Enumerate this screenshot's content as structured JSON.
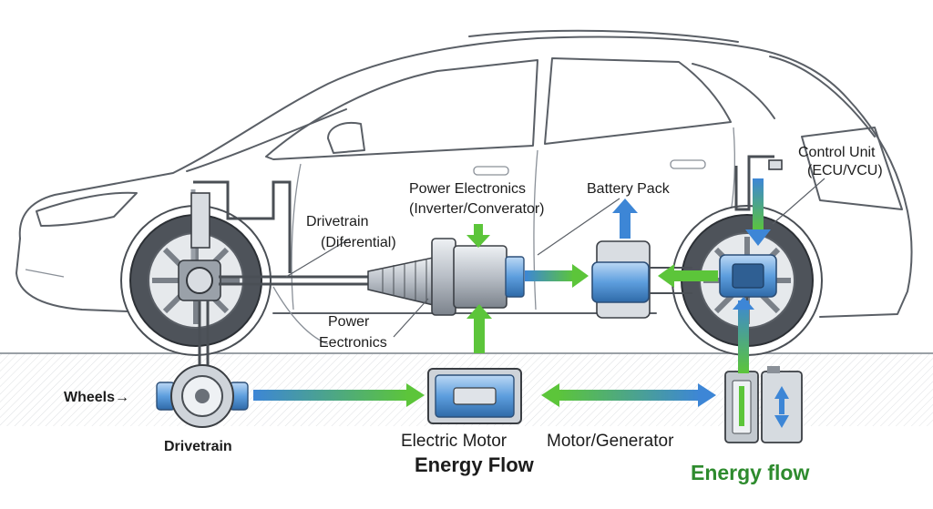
{
  "labels": {
    "power_electronics_top": "Power Electronics",
    "inverter_converator": "(Inverter/Converator)",
    "battery_pack": "Battery Pack",
    "control_unit": "Control Unit",
    "ecu_vcu": "(ECU/VCU)",
    "drivetrain_top": "Drivetrain",
    "diferential": "(Diferential)",
    "power_bottom": "Power",
    "eectronics": "Eectronics",
    "wheels": "Wheels→",
    "drivetrain_bottom": "Drivetrain",
    "electric_motor": "Electric Motor",
    "motor_generator": "Motor/Generator",
    "energy_flow_black": "Energy Flow",
    "energy_flow_green": "Energy flow"
  },
  "colors": {
    "arrow_blue": "#3d86d6",
    "arrow_green": "#5cc53a",
    "label_green": "#2e8b2e",
    "car_outline": "#5a5f66",
    "ground": "#9aa0a6"
  },
  "icons": {
    "arrow_down": "green-down-arrow",
    "arrow_up": "blue-up-arrow"
  }
}
